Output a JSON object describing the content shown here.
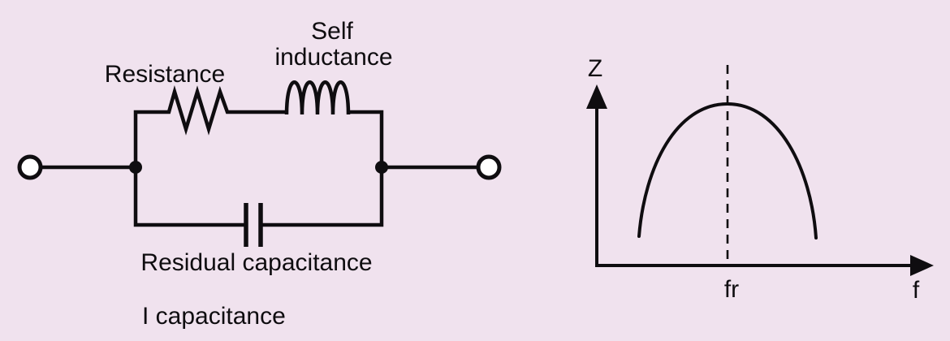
{
  "colors": {
    "background": "#f0e2ee",
    "ink": "#0f0d10"
  },
  "circuit": {
    "labels": {
      "resistance": "Resistance",
      "self_inductance_line1": "Self",
      "self_inductance_line2": "inductance",
      "residual_capacitance": "Residual capacitance",
      "caption": "I capacitance"
    }
  },
  "graph": {
    "y_axis_label": "Z",
    "x_axis_label": "f",
    "resonance_label": "fr"
  }
}
